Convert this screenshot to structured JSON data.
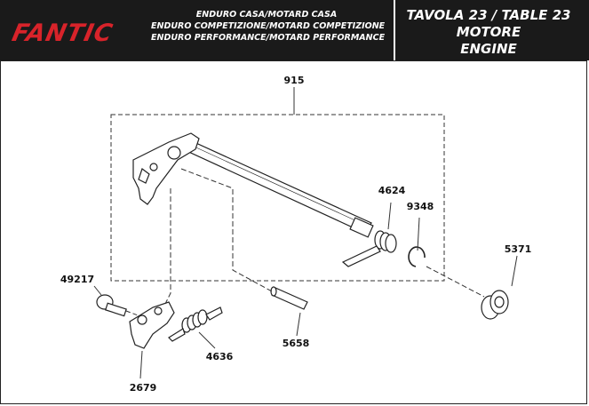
{
  "header": {
    "brand": "FANTIC",
    "models": [
      "ENDURO CASA/MOTARD CASA",
      "ENDURO COMPETIZIONE/MOTARD COMPETIZIONE",
      "ENDURO PERFORMANCE/MOTARD PERFORMANCE"
    ],
    "table_title": [
      "TAVOLA 23  /  TABLE 23",
      "MOTORE",
      "ENGINE"
    ],
    "brand_color": "#d8232a",
    "bar_color": "#1a1a1a"
  },
  "parts": {
    "p915": "915",
    "p4624": "4624",
    "p9348": "9348",
    "p5371": "5371",
    "p49217": "49217",
    "p5658": "5658",
    "p4636": "4636",
    "p2679": "2679"
  }
}
